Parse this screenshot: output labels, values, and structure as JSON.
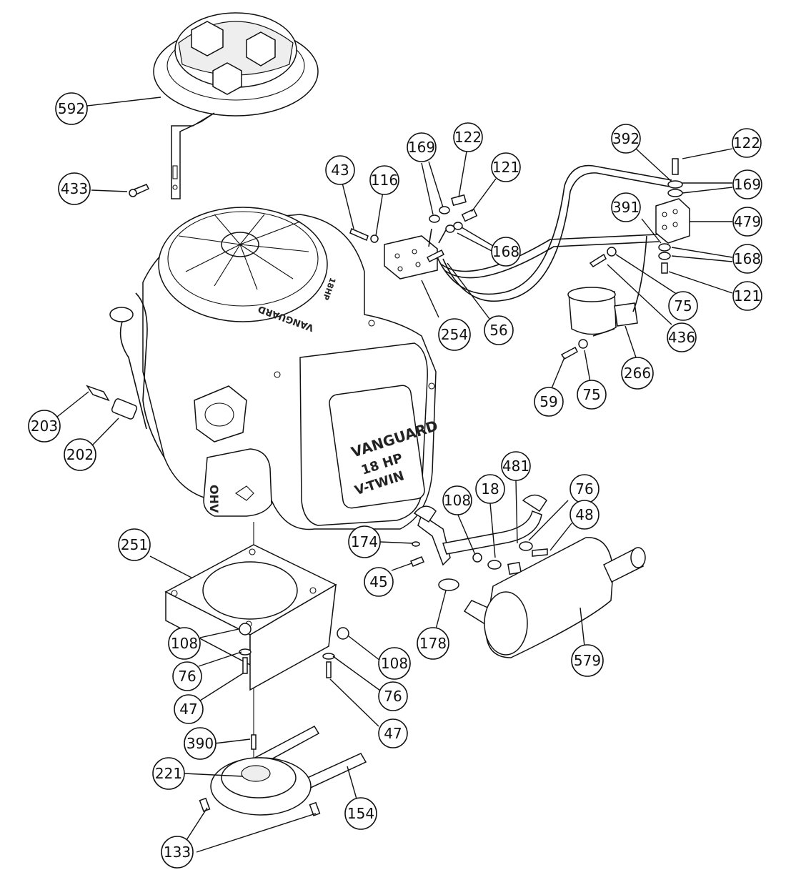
{
  "engine": {
    "brand": "VANGUARD",
    "power": "18 HP",
    "type": "V-TWIN",
    "valve": "OHV",
    "fan_brand": "VANGUARD",
    "fan_power": "18HP"
  },
  "callouts": [
    {
      "id": "c-592",
      "label": "592"
    },
    {
      "id": "c-433",
      "label": "433"
    },
    {
      "id": "c-43",
      "label": "43"
    },
    {
      "id": "c-116",
      "label": "116"
    },
    {
      "id": "c-169a",
      "label": "169"
    },
    {
      "id": "c-122a",
      "label": "122"
    },
    {
      "id": "c-121a",
      "label": "121"
    },
    {
      "id": "c-168a",
      "label": "168"
    },
    {
      "id": "c-254",
      "label": "254"
    },
    {
      "id": "c-56",
      "label": "56"
    },
    {
      "id": "c-392",
      "label": "392"
    },
    {
      "id": "c-122b",
      "label": "122"
    },
    {
      "id": "c-169b",
      "label": "169"
    },
    {
      "id": "c-479",
      "label": "479"
    },
    {
      "id": "c-391",
      "label": "391"
    },
    {
      "id": "c-168b",
      "label": "168"
    },
    {
      "id": "c-121b",
      "label": "121"
    },
    {
      "id": "c-75a",
      "label": "75"
    },
    {
      "id": "c-436",
      "label": "436"
    },
    {
      "id": "c-266",
      "label": "266"
    },
    {
      "id": "c-75b",
      "label": "75"
    },
    {
      "id": "c-59",
      "label": "59"
    },
    {
      "id": "c-203",
      "label": "203"
    },
    {
      "id": "c-202",
      "label": "202"
    },
    {
      "id": "c-481",
      "label": "481"
    },
    {
      "id": "c-18",
      "label": "18"
    },
    {
      "id": "c-108a",
      "label": "108"
    },
    {
      "id": "c-76a",
      "label": "76"
    },
    {
      "id": "c-48",
      "label": "48"
    },
    {
      "id": "c-174",
      "label": "174"
    },
    {
      "id": "c-45",
      "label": "45"
    },
    {
      "id": "c-178",
      "label": "178"
    },
    {
      "id": "c-579",
      "label": "579"
    },
    {
      "id": "c-251",
      "label": "251"
    },
    {
      "id": "c-108b",
      "label": "108"
    },
    {
      "id": "c-76b",
      "label": "76"
    },
    {
      "id": "c-47a",
      "label": "47"
    },
    {
      "id": "c-108c",
      "label": "108"
    },
    {
      "id": "c-76c",
      "label": "76"
    },
    {
      "id": "c-47b",
      "label": "47"
    },
    {
      "id": "c-390",
      "label": "390"
    },
    {
      "id": "c-221",
      "label": "221"
    },
    {
      "id": "c-154",
      "label": "154"
    },
    {
      "id": "c-133",
      "label": "133"
    }
  ]
}
